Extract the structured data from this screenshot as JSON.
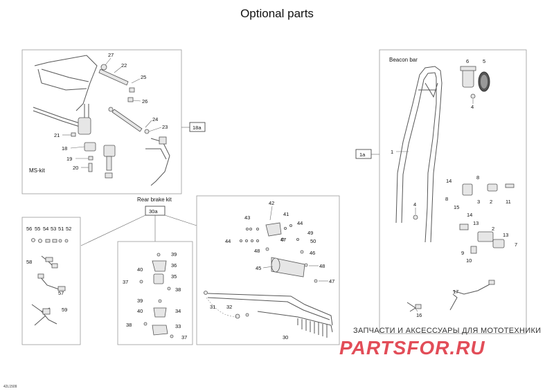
{
  "title": "Optional parts",
  "footer_code": "42L1509",
  "watermark": {
    "line1": "ЗАПЧАСТИ И АКСЕССУАРЫ ДЛЯ МОТОТЕХНИКИ",
    "line2": "PARTSFOR.RU"
  },
  "ms_kit": {
    "label": "MS-kit",
    "ref": "18a",
    "callouts": [
      "27",
      "22",
      "25",
      "26",
      "24",
      "23",
      "21",
      "18",
      "19",
      "20"
    ]
  },
  "beacon_bar": {
    "label": "Beacon bar",
    "ref": "1a",
    "callouts": [
      "6",
      "5",
      "4",
      "1",
      "8",
      "14",
      "8",
      "3",
      "2",
      "11",
      "15",
      "4",
      "14",
      "13",
      "2",
      "13",
      "7",
      "9",
      "10",
      "17",
      "16"
    ]
  },
  "rear_brake_kit": {
    "label": "Rear brake kit",
    "ref": "30a",
    "callouts": [
      "39",
      "36",
      "40",
      "35",
      "37",
      "38",
      "39",
      "40",
      "34",
      "38",
      "33",
      "37"
    ]
  },
  "harness_kit": {
    "callouts": [
      "56",
      "55",
      "54",
      "53",
      "51",
      "52",
      "58",
      "57",
      "59"
    ]
  },
  "brake_detail": {
    "callouts": [
      "42",
      "43",
      "41",
      "44",
      "44",
      "47",
      "49",
      "50",
      "48",
      "46",
      "45",
      "48",
      "47",
      "31",
      "32",
      "30"
    ]
  }
}
